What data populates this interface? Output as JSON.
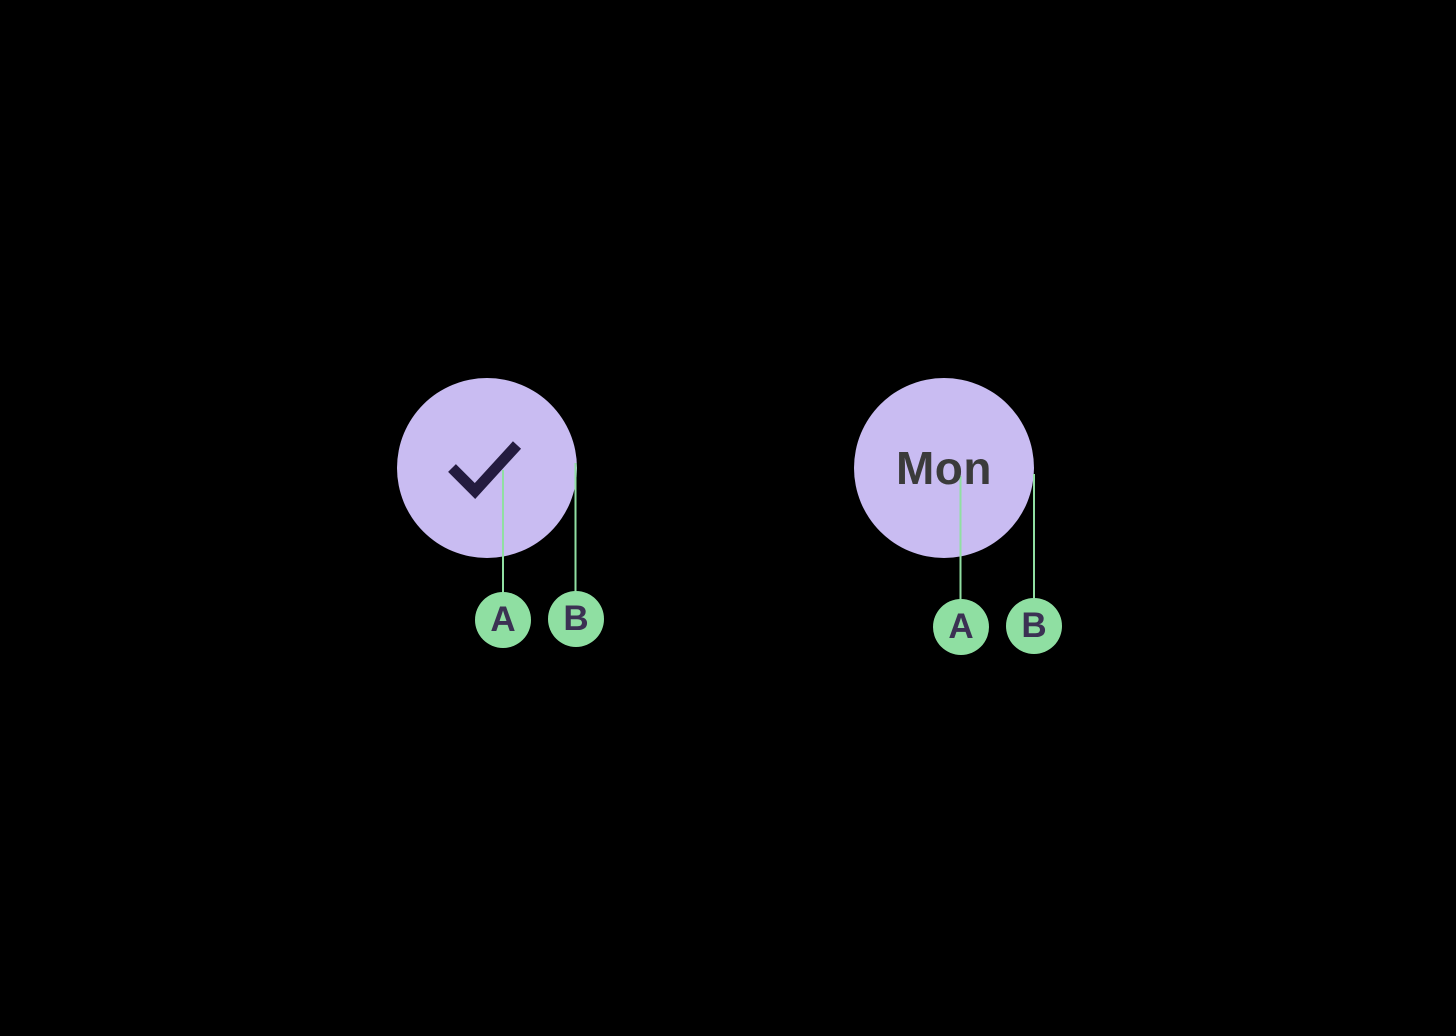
{
  "canvas": {
    "background": "#000000"
  },
  "colors": {
    "canvas-bg": "#000000",
    "big-node-fill": "#c9bcf2",
    "check-stroke": "#241b3f",
    "big-node-label": "#3b3b3b",
    "small-node-fill": "#8fdfa2",
    "small-node-label": "#3b3153",
    "edge-stroke": "#90dfa2"
  },
  "groups": [
    {
      "name": "checked-node-group",
      "node": {
        "label": "",
        "icon": "checkmark-icon"
      },
      "children": [
        {
          "label": "A"
        },
        {
          "label": "B"
        }
      ]
    },
    {
      "name": "mon-node-group",
      "node": {
        "label": "Mon"
      },
      "children": [
        {
          "label": "A"
        },
        {
          "label": "B"
        }
      ]
    }
  ]
}
